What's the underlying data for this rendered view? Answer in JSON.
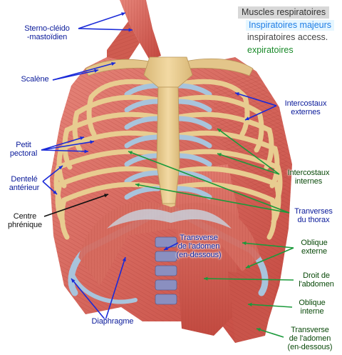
{
  "legend": {
    "title": "Muscles respiratoires",
    "items": [
      {
        "text": "Inspiratoires majeurs",
        "color": "#1e7ee6"
      },
      {
        "text": "inspiratoires access.",
        "color": "#444444"
      },
      {
        "text": "expiratoires",
        "color": "#1a8a2a"
      }
    ]
  },
  "labels": {
    "sterno_1": "Sterno-cléido",
    "sterno_2": "-mastoïdien",
    "scalene": "Scalène",
    "petit_1": "Petit",
    "petit_2": "pectoral",
    "dentele_1": "Dentelé",
    "dentele_2": "antérieur",
    "centre_1": "Centre",
    "centre_2": "phrénique",
    "diaphragme": "Diaphragme",
    "ic_ext_1": "Intercostaux",
    "ic_ext_2": "externes",
    "ic_int_1": "Intercostaux",
    "ic_int_2": "internes",
    "transverses_1": "Tranverses",
    "transverses_2": "du thorax",
    "transverse_abd_1": "Transverse",
    "transverse_abd_2": "de l'adomen",
    "transverse_abd_3": "(en-dessous)",
    "oblique_ext_1": "Oblique",
    "oblique_ext_2": "externe",
    "droit_1": "Droit de",
    "droit_2": "l'abdomen",
    "oblique_int_1": "Oblique",
    "oblique_int_2": "interne",
    "transverse_br_1": "Transverse",
    "transverse_br_2": "de l'adomen",
    "transverse_br_3": "(en-dessous)"
  },
  "colors": {
    "blue_leader": "#1a2ad8",
    "green_leader": "#1a9a3a",
    "black_leader": "#111111",
    "muscle": "#d8645a",
    "muscle_dark": "#b8443c",
    "bone": "#e8cc90",
    "cartilage": "#a8c4dc"
  }
}
